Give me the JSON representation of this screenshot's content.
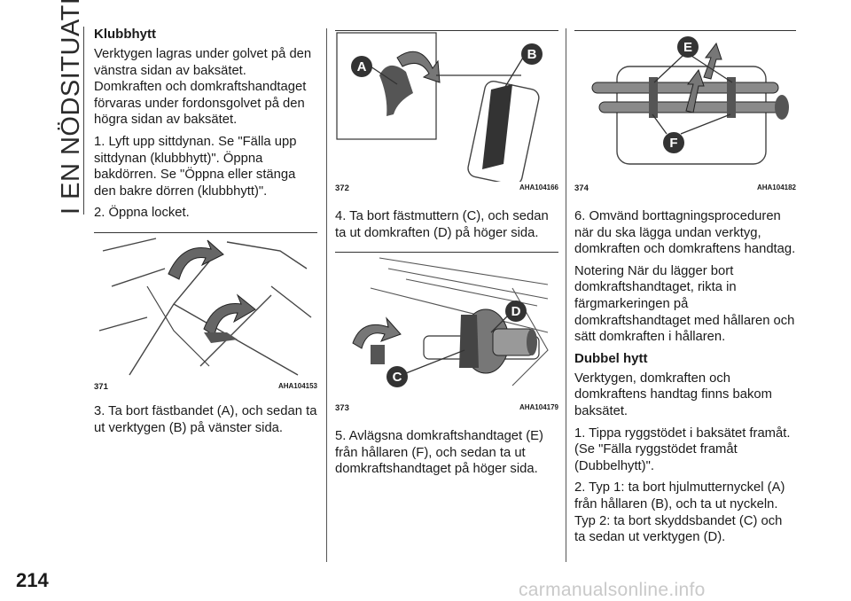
{
  "header": {
    "section_title": "I EN NÖDSITUATION"
  },
  "page_number": "214",
  "footer": {
    "watermark": "carmanualsonline.info"
  },
  "col1": {
    "heading": "Klubbhytt",
    "p1": "Verktygen lagras under golvet på den vänstra sidan av baksätet. Domkraften och domkraftshandtaget förvaras under fordonsgolvet på den högra sidan av baksätet.",
    "p2": "1. Lyft upp sittdynan. Se \"Fälla upp sittdynan (klubbhytt)\". Öppna bakdörren. Se \"Öppna eller stänga den bakre dörren (klubbhytt)\".",
    "p3": "2. Öppna locket.",
    "fig": {
      "number": "371",
      "code": "AHA104153"
    },
    "p4": "3. Ta bort fästbandet (A), och sedan ta ut verktygen (B) på vänster sida."
  },
  "col2": {
    "fig_a": {
      "number": "372",
      "code": "AHA104166",
      "label_a": "A",
      "label_b": "B"
    },
    "p1": "4. Ta bort fästmuttern (C), och sedan ta ut domkraften (D) på höger sida.",
    "fig_b": {
      "number": "373",
      "code": "AHA104179",
      "label_c": "C",
      "label_d": "D"
    },
    "p2": "5. Avlägsna domkraftshandtaget (E) från hållaren (F), och sedan ta ut domkraftshandtaget på höger sida."
  },
  "col3": {
    "fig": {
      "number": "374",
      "code": "AHA104182",
      "label_e": "E",
      "label_f": "F"
    },
    "p1": "6. Omvänd borttagningsproceduren när du ska lägga undan verktyg, domkraften och domkraftens handtag.",
    "p2": "Notering När du lägger bort domkraftshandtaget, rikta in färgmarkeringen på domkraftshandtaget med hållaren och sätt domkraften i hållaren.",
    "heading": "Dubbel hytt",
    "p3": "Verktygen, domkraften och domkraftens handtag finns bakom baksätet.",
    "p4": "1. Tippa ryggstödet i baksätet framåt. (Se \"Fälla ryggstödet framåt (Dubbelhytt)\".",
    "p5": "2. Typ 1: ta bort hjulmutternyckel (A) från hållaren (B), och ta ut nyckeln. Typ 2: ta bort skyddsbandet (C) och ta sedan ut verktygen (D)."
  },
  "colors": {
    "callout": "#333333",
    "line": "#444444",
    "fill": "#d8d8d8"
  }
}
